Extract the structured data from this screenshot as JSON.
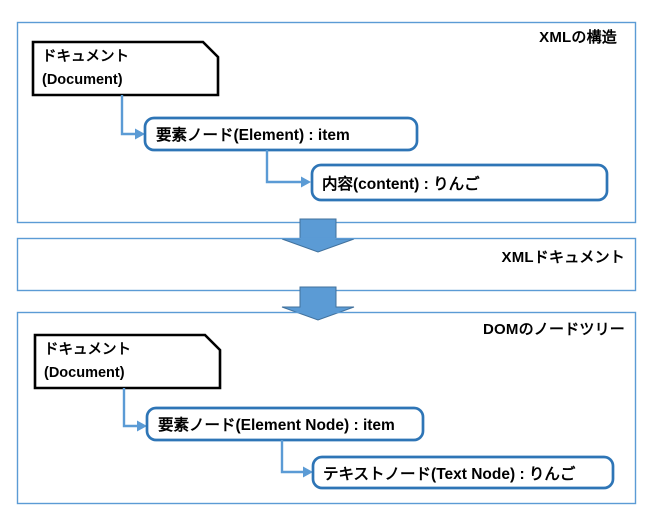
{
  "colors": {
    "background": "#FFFFFF",
    "section_border": "#5B9BD5",
    "node_box_border": "#2E75B6",
    "connector": "#5B9BD5",
    "big_arrow_fill": "#5B9BD5",
    "big_arrow_stroke": "#41719C",
    "document_shape_border": "#000000",
    "text": "#000000"
  },
  "sections": {
    "xml_structure": {
      "title": "XMLの構造",
      "document_line1": "ドキュメント",
      "document_line2": "(Document)",
      "element_node_label": "要素ノード(Element) : item",
      "content_label": "内容(content) : りんご"
    },
    "xml_document": {
      "title": "XMLドキュメント"
    },
    "dom_tree": {
      "title": "DOMのノードツリー",
      "document_line1": "ドキュメント",
      "document_line2": "(Document)",
      "element_node_label": "要素ノード(Element Node) : item",
      "text_node_label": "テキストノード(Text Node) : りんご"
    }
  }
}
